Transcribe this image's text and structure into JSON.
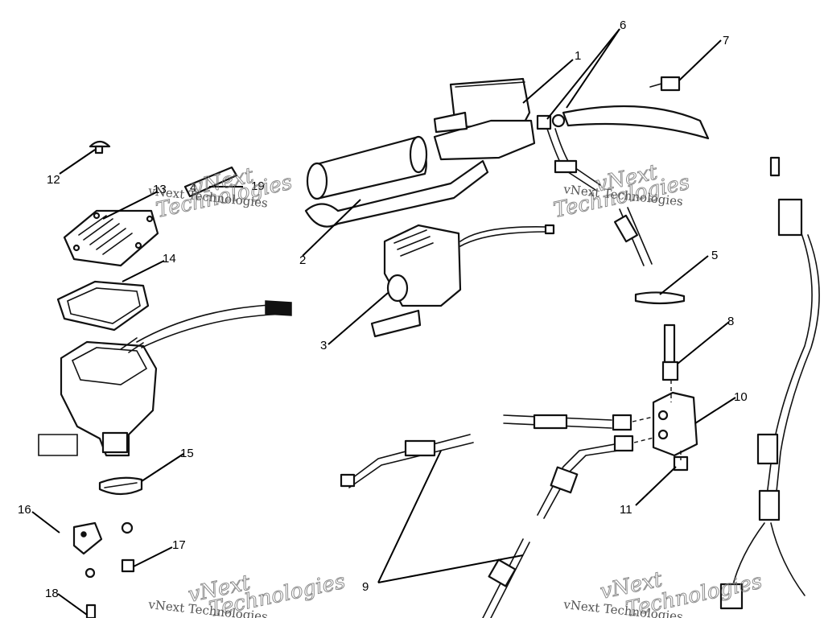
{
  "callouts": [
    {
      "id": "1",
      "label": "1"
    },
    {
      "id": "2",
      "label": "2"
    },
    {
      "id": "3",
      "label": "3"
    },
    {
      "id": "4",
      "label": "4"
    },
    {
      "id": "5",
      "label": "5"
    },
    {
      "id": "6",
      "label": "6"
    },
    {
      "id": "7",
      "label": "7"
    },
    {
      "id": "8",
      "label": "8"
    },
    {
      "id": "9",
      "label": "9"
    },
    {
      "id": "10",
      "label": "10"
    },
    {
      "id": "11",
      "label": "11"
    },
    {
      "id": "12",
      "label": "12"
    },
    {
      "id": "13",
      "label": "13"
    },
    {
      "id": "14",
      "label": "14"
    },
    {
      "id": "15",
      "label": "15"
    },
    {
      "id": "16",
      "label": "16"
    },
    {
      "id": "17",
      "label": "17"
    },
    {
      "id": "18",
      "label": "18"
    },
    {
      "id": "19",
      "label": "19"
    }
  ],
  "watermark": {
    "text": "vNext Technologies",
    "outline_word_1": "vNext",
    "outline_word_2": "Technologies"
  }
}
